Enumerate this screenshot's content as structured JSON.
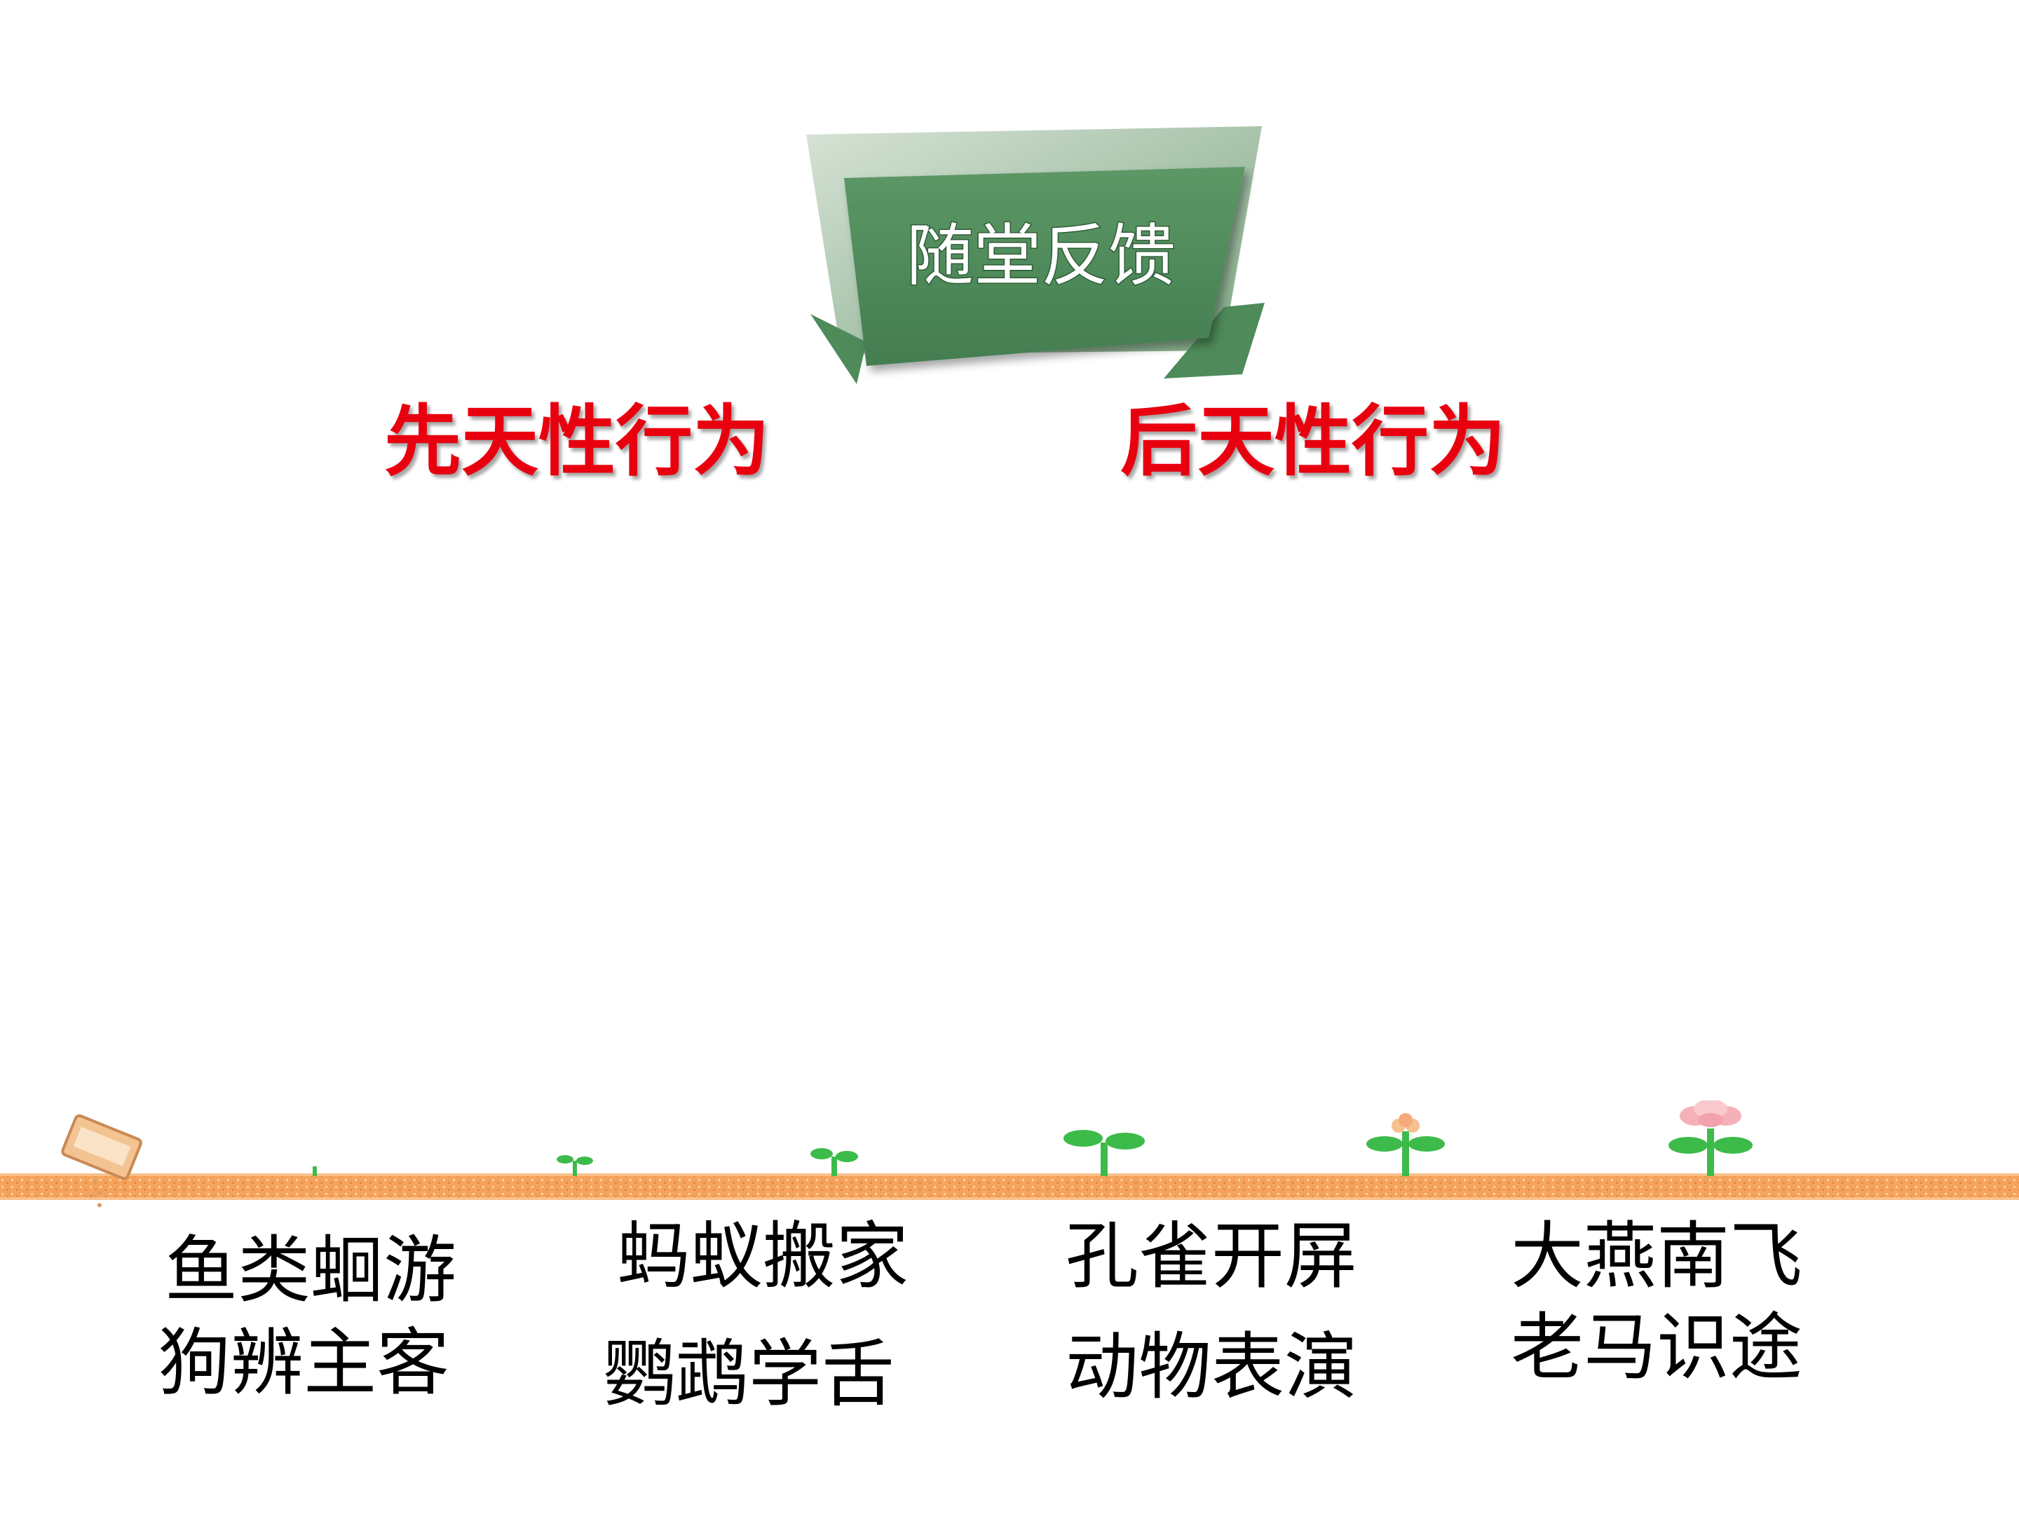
{
  "title": "随堂反馈",
  "categories": [
    {
      "label": "先天性行为",
      "color": "#e8000f"
    },
    {
      "label": "后天性行为",
      "color": "#e8000f"
    }
  ],
  "items": [
    {
      "text": "鱼类蛔游"
    },
    {
      "text": "狗辨主客"
    },
    {
      "text": "蚂蚁搬家"
    },
    {
      "text": "鹦鹉学舌"
    },
    {
      "text": "孔雀开屏"
    },
    {
      "text": "动物表演"
    },
    {
      "text": "大燕南飞"
    },
    {
      "text": "老马识途"
    }
  ],
  "colors": {
    "banner_main": "#4e8a5a",
    "banner_back": "#a9c3ab",
    "soil": "#f5a35c",
    "sprout": "#3dbb4a",
    "flower": "#f6b1b8"
  },
  "decorations": [
    "seed-bag-icon",
    "sprout-icon",
    "flower-icon"
  ]
}
